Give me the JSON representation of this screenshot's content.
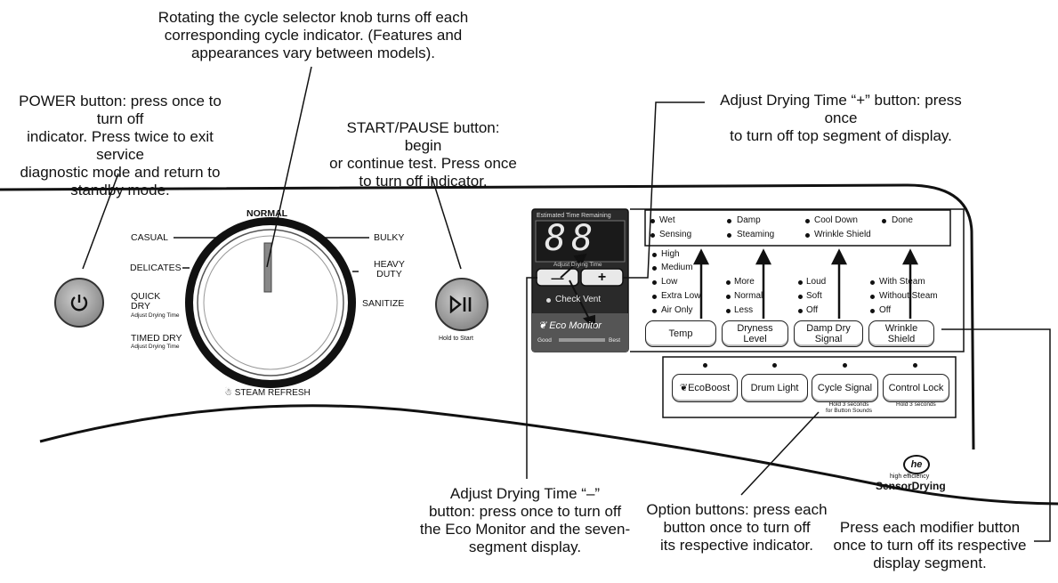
{
  "callouts": {
    "cycle_selector": [
      "Rotating the cycle selector knob turns off each",
      "corresponding cycle indicator. (Features and",
      "appearances vary between models)."
    ],
    "power": [
      "POWER button: press once to turn off",
      "indicator. Press twice to exit service",
      "diagnostic mode and return to",
      "standby mode."
    ],
    "start_pause": [
      "START/PAUSE button: begin",
      "or continue test. Press once",
      "to turn off indicator."
    ],
    "adjust_plus": [
      "Adjust Drying Time “+” button: press once",
      "to turn off top segment of display."
    ],
    "adjust_minus": [
      "Adjust Drying Time “–”",
      "button: press once to turn off",
      "the Eco Monitor and the seven-",
      "segment display."
    ],
    "option_buttons": [
      "Option buttons: press each",
      "button once to turn off",
      "its respective indicator."
    ],
    "modifier_buttons": [
      "Press each modifier button",
      "once to turn off its respective",
      "display segment."
    ]
  },
  "knob": {
    "top": "NORMAL",
    "casual": "CASUAL",
    "delicates": "DELICATES",
    "quick_dry": [
      "QUICK",
      "DRY"
    ],
    "quick_dry_sub": "Adjust Drying Time",
    "timed_dry": "TIMED DRY",
    "timed_dry_sub": "Adjust Drying Time",
    "bulky": "BULKY",
    "heavy_duty": [
      "HEAVY",
      "DUTY"
    ],
    "sanitize": "SANITIZE",
    "steam_refresh": "STEAM REFRESH"
  },
  "start_pause": {
    "hold_label": "Hold to Start"
  },
  "display": {
    "est_time_label": "Estimated Time Remaining",
    "digits": "88",
    "adjust_label": "Adjust Drying Time",
    "minus": "—",
    "plus": "+",
    "check_vent": "Check Vent",
    "eco_monitor": "Eco Monitor",
    "good": "Good",
    "best": "Best"
  },
  "status_indicators": {
    "col1": [
      "Wet",
      "Sensing"
    ],
    "col2": [
      "Damp",
      "Steaming"
    ],
    "col3": [
      "Cool Down",
      "Wrinkle Shield"
    ],
    "col4": [
      "Done"
    ]
  },
  "modifier_options": {
    "temp": [
      "High",
      "Medium",
      "Low",
      "Extra Low",
      "Air Only"
    ],
    "dryness": [
      "More",
      "Normal",
      "Less"
    ],
    "signal": [
      "Loud",
      "Soft",
      "Off"
    ],
    "wrinkle": [
      "With Steam",
      "Without Steam",
      "Off"
    ]
  },
  "modifier_buttons": {
    "temp": "Temp",
    "dryness": [
      "Dryness",
      "Level"
    ],
    "damp_dry": [
      "Damp Dry",
      "Signal"
    ],
    "wrinkle": [
      "Wrinkle",
      "Shield"
    ]
  },
  "option_buttons": {
    "ecoboost": "EcoBoost",
    "drum_light": "Drum Light",
    "cycle_signal": "Cycle Signal",
    "cycle_signal_sub": [
      "Hold 3 seconds",
      "for Button Sounds"
    ],
    "control_lock": "Control Lock",
    "control_lock_sub": "Hold 3 seconds"
  },
  "logo": {
    "he": "he",
    "line1": "high efficiency",
    "line2": "SensorDrying"
  }
}
